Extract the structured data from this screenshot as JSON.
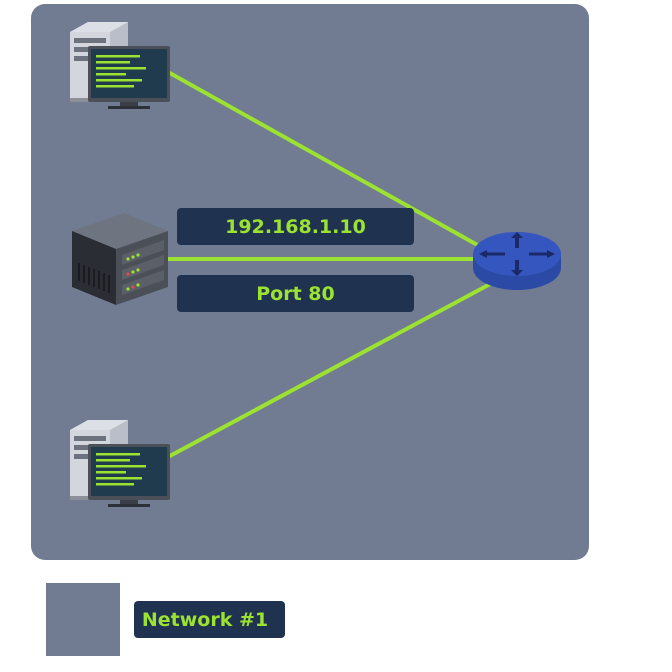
{
  "diagram": {
    "colors": {
      "network_area": "#717c93",
      "link": "#9be231",
      "label_bg": "#1f3351",
      "label_text": "#9be231",
      "router": "#2b4aa6",
      "router_top": "#3556be"
    },
    "nodes": [
      {
        "id": "pc-top",
        "kind": "computer",
        "icon": "desktop-computer-icon"
      },
      {
        "id": "server",
        "kind": "server",
        "icon": "rack-server-icon"
      },
      {
        "id": "pc-bottom",
        "kind": "computer",
        "icon": "desktop-computer-icon"
      },
      {
        "id": "router",
        "kind": "router",
        "icon": "router-icon"
      }
    ],
    "links": [
      {
        "from": "pc-top",
        "to": "router"
      },
      {
        "from": "server",
        "to": "router"
      },
      {
        "from": "pc-bottom",
        "to": "router"
      }
    ],
    "link_labels": {
      "ip": "192.168.1.10",
      "port": "Port 80"
    },
    "legend": {
      "label": "Network #1",
      "swatch_color": "#717c93"
    }
  }
}
